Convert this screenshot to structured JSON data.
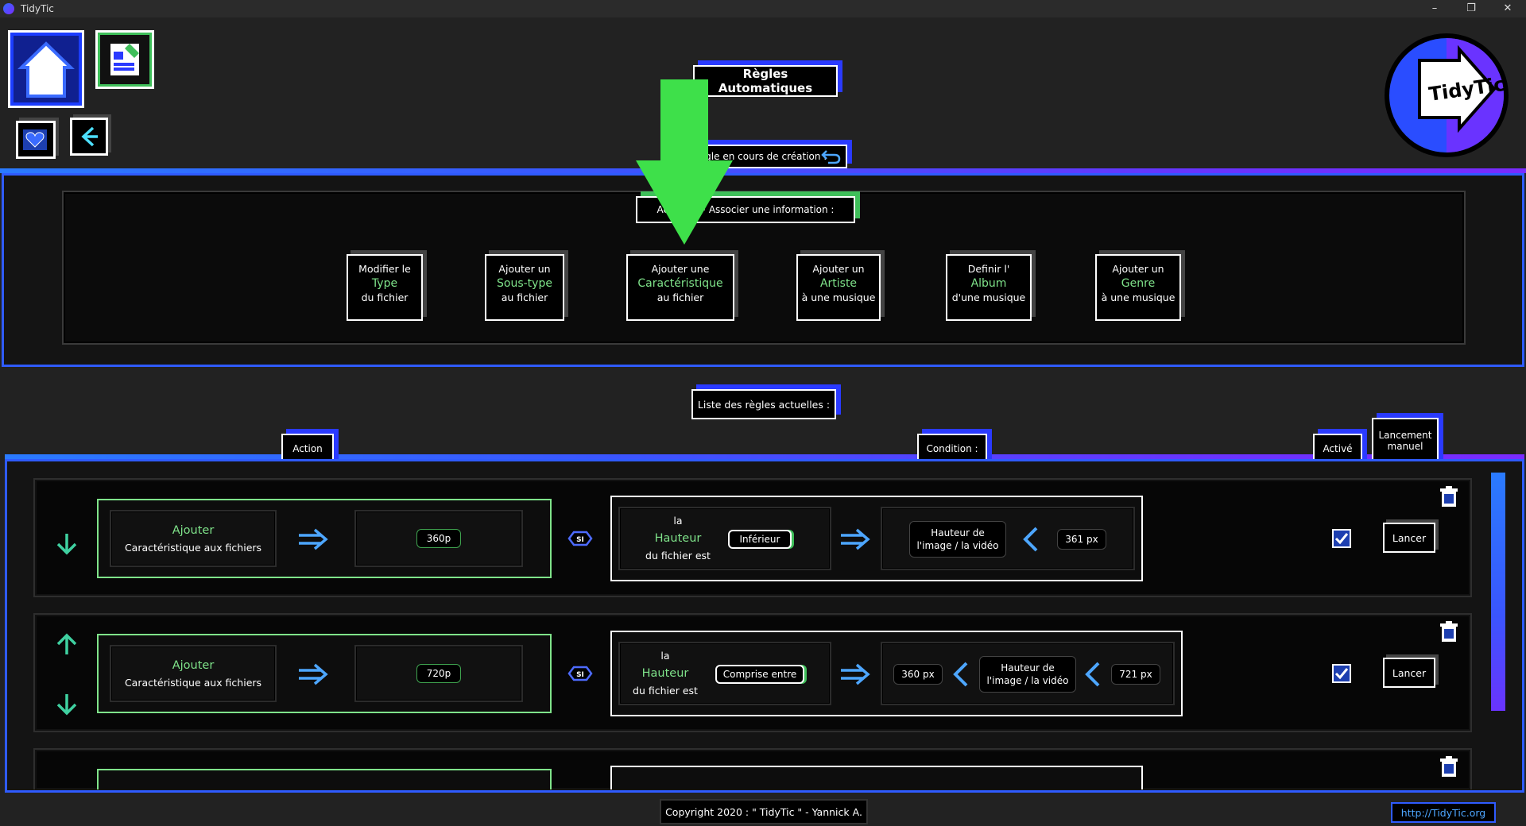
{
  "window": {
    "title": "TidyTic",
    "min": "–",
    "max": "❐",
    "close": "✕"
  },
  "header": {
    "page_title": "Règles Automatiques",
    "creation_label": "Règle en cours de création :",
    "step_label": "Action => Associer une information :"
  },
  "choices": [
    {
      "l1": "Modifier le",
      "hl": "Type",
      "l3": "du fichier"
    },
    {
      "l1": "Ajouter un",
      "hl": "Sous-type",
      "l3": "au fichier"
    },
    {
      "l1": "Ajouter une",
      "hl": "Caractéristique",
      "l3": "au fichier"
    },
    {
      "l1": "Ajouter un",
      "hl": "Artiste",
      "l3": "à une musique"
    },
    {
      "l1": "Definir l'",
      "hl": "Album",
      "l3": "d'une musique"
    },
    {
      "l1": "Ajouter un",
      "hl": "Genre",
      "l3": "à une musique"
    }
  ],
  "list": {
    "title": "Liste des règles actuelles :",
    "col_action": "Action",
    "col_condition": "Condition :",
    "col_active": "Activé",
    "col_manual_1": "Lancement",
    "col_manual_2": "manuel"
  },
  "rules": [
    {
      "action_verb": "Ajouter",
      "action_target": "Caractéristique aux fichiers",
      "value": "360p",
      "si": "SI",
      "cond_la": "la",
      "cond_prop": "Hauteur",
      "cond_suffix": "du fichier est",
      "operator": "Inférieur",
      "subject_1": "Hauteur de",
      "subject_2": "l'image / la vidéo",
      "bound": "361 px",
      "launch": "Lancer",
      "active": true
    },
    {
      "action_verb": "Ajouter",
      "action_target": "Caractéristique aux fichiers",
      "value": "720p",
      "si": "SI",
      "cond_la": "la",
      "cond_prop": "Hauteur",
      "cond_suffix": "du fichier est",
      "operator": "Comprise entre",
      "low": "360 px",
      "subject_1": "Hauteur de",
      "subject_2": "l'image / la vidéo",
      "high": "721 px",
      "launch": "Lancer",
      "active": true
    }
  ],
  "footer": {
    "copyright": "Copyright 2020 : \" TidyTic \" - Yannick A.",
    "link": "http://TidyTic.org"
  },
  "logo_text": "TidyTic",
  "colors": {
    "accent_green": "#7fe38a",
    "accent_blue": "#2f5bff",
    "accent_purple": "#7a2bff",
    "arrow_green": "#3ee04a"
  }
}
